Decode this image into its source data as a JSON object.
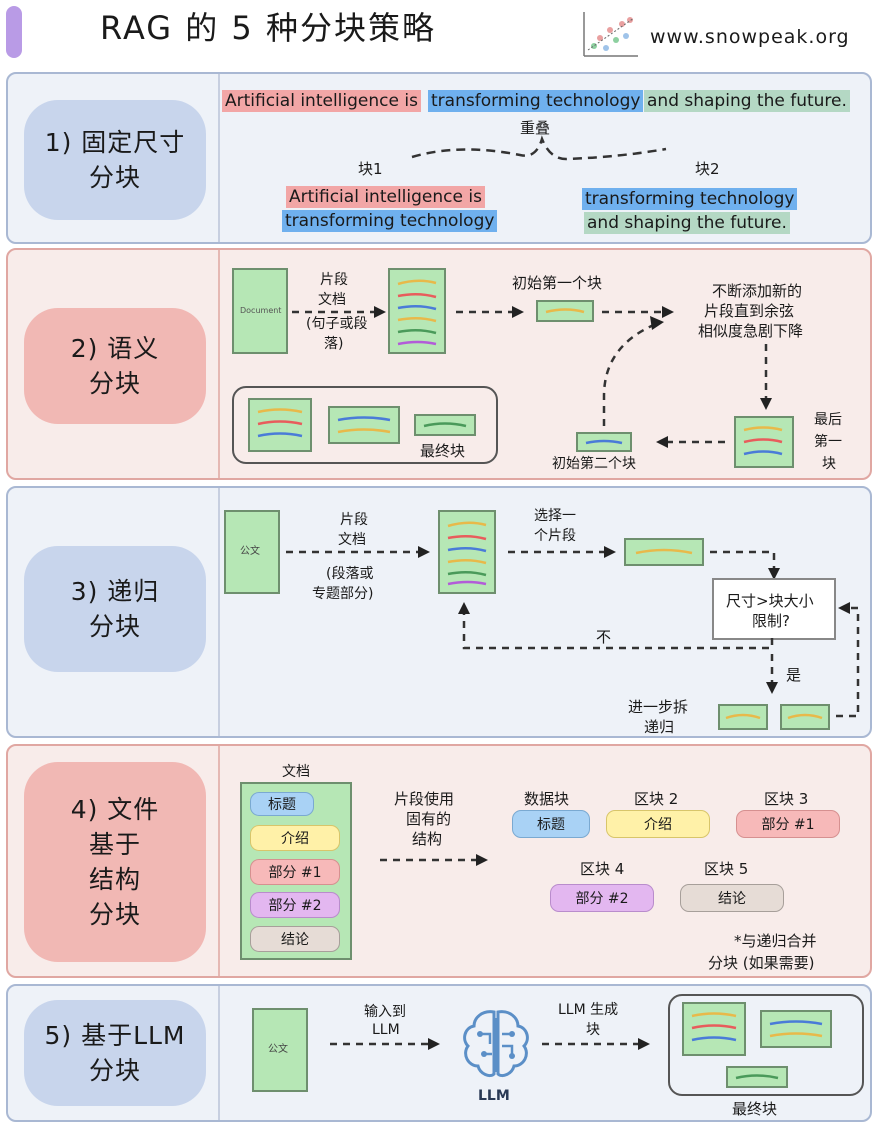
{
  "header": {
    "title": "RAG 的 5 种分块策略",
    "site": "www.snowpeak.org",
    "accent_color": "#b99be6"
  },
  "colors": {
    "highlight_red": "#f2a6a6",
    "highlight_blue": "#6fb0ee",
    "highlight_green": "#b4d8c4",
    "chunk_green": "#b6e7b5"
  },
  "s1": {
    "label": "1) 固定尺寸\n分块",
    "sentence": [
      "Artificial intelligence is ",
      "transforming technology",
      " and shaping the future."
    ],
    "overlap": "重叠",
    "chunk1_label": "块1",
    "chunk2_label": "块2",
    "chunk1": [
      "Artificial intelligence is",
      "transforming technology"
    ],
    "chunk2": [
      "transforming technology",
      "and shaping the future."
    ]
  },
  "s2": {
    "label": "2) 语义\n分块",
    "doc_text": "Document",
    "step1": [
      "片段",
      "文档",
      "(句子或段",
      "落)"
    ],
    "first_chunk": "初始第一个块",
    "add": [
      "不断添加新的",
      "片段直到余弦",
      "相似度急剧下降"
    ],
    "last": [
      "最后",
      "第一",
      "块"
    ],
    "second_chunk": "初始第二个块",
    "final": "最终块"
  },
  "s3": {
    "label": "3) 递归\n分块",
    "doc_text": "公文",
    "step1": [
      "片段",
      "文档",
      "(段落或",
      "专题部分)"
    ],
    "select": [
      "选择一",
      "个片段"
    ],
    "decision": [
      "尺寸>块大小",
      "限制?"
    ],
    "no": "不",
    "yes": "是",
    "further": [
      "进一步拆",
      "递归"
    ]
  },
  "s4": {
    "label": "4) 文件\n基于\n结构\n分块",
    "doc_title": "文档",
    "doc_items": [
      "标题",
      "介绍",
      "部分 #1",
      "部分 #2",
      "结论"
    ],
    "arrow_text": [
      "片段使用",
      "固有的",
      "结构"
    ],
    "out_labels": [
      "数据块",
      "区块 2",
      "区块 3",
      "区块 4",
      "区块 5"
    ],
    "out_chips": [
      "标题",
      "介绍",
      "部分 #1",
      "部分 #2",
      "结论"
    ],
    "note": [
      "*与递归合并",
      "分块 (如果需要)"
    ]
  },
  "s5": {
    "label": "5) 基于LLM\n分块",
    "doc_text": "公文",
    "input": [
      "输入到",
      "LLM"
    ],
    "llm": "LLM",
    "generate": [
      "LLM 生成",
      "块"
    ],
    "final": "最终块"
  }
}
